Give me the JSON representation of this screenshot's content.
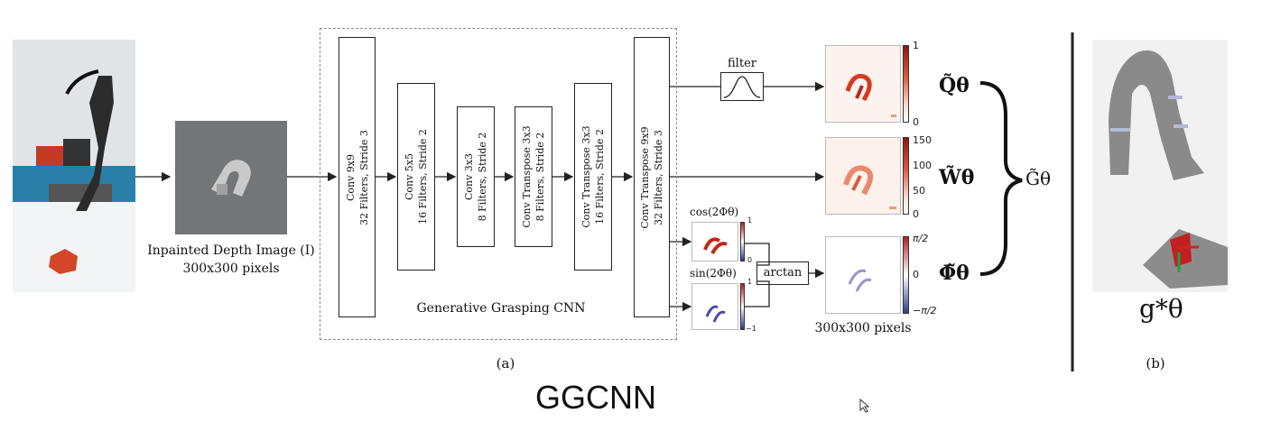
{
  "input": {
    "depth_caption_line1": "Inpainted Depth Image (I)",
    "depth_caption_line2": "300x300 pixels"
  },
  "network": {
    "name": "Generative Grasping CNN",
    "layers": [
      {
        "line1": "Conv 9x9",
        "line2": "32 Filters, Stride 3"
      },
      {
        "line1": "Conv 5x5",
        "line2": "16 Filters, Stride 2"
      },
      {
        "line1": "Conv 3x3",
        "line2": "8 Filters, Stride 2"
      },
      {
        "line1": "Conv Transpose 3x3",
        "line2": "8 Filters, Stride 2"
      },
      {
        "line1": "Conv Transpose 3x3",
        "line2": "16 Filters, Stride 2"
      },
      {
        "line1": "Conv Transpose 9x9",
        "line2": "32 Filters, Stride 3"
      }
    ]
  },
  "filter_label": "filter",
  "arctan_label": "arctan",
  "cos_label": "cos(2Φθ)",
  "sin_label": "sin(2Φθ)",
  "small_ticks": {
    "top": "1",
    "mid": "0",
    "bottom": "−1"
  },
  "outputs": {
    "q": {
      "symbol": "Q̃θ",
      "ticks": [
        "1",
        "0"
      ]
    },
    "w": {
      "symbol": "W̃θ",
      "ticks": [
        "150",
        "100",
        "50",
        "0"
      ]
    },
    "phi": {
      "symbol": "Φ̃θ",
      "ticks": [
        "π/2",
        "0",
        "−π/2"
      ]
    }
  },
  "output_caption": "300x300 pixels",
  "combined_symbol": "G̃θ",
  "panel_a_label": "(a)",
  "panel_b_label": "(b)",
  "grasp_symbol": "g*θ",
  "footer_title": "GGCNN",
  "colors": {
    "heat": "#d73a1e",
    "phi_blue": "#4a4aa8",
    "divider": "#222222"
  }
}
